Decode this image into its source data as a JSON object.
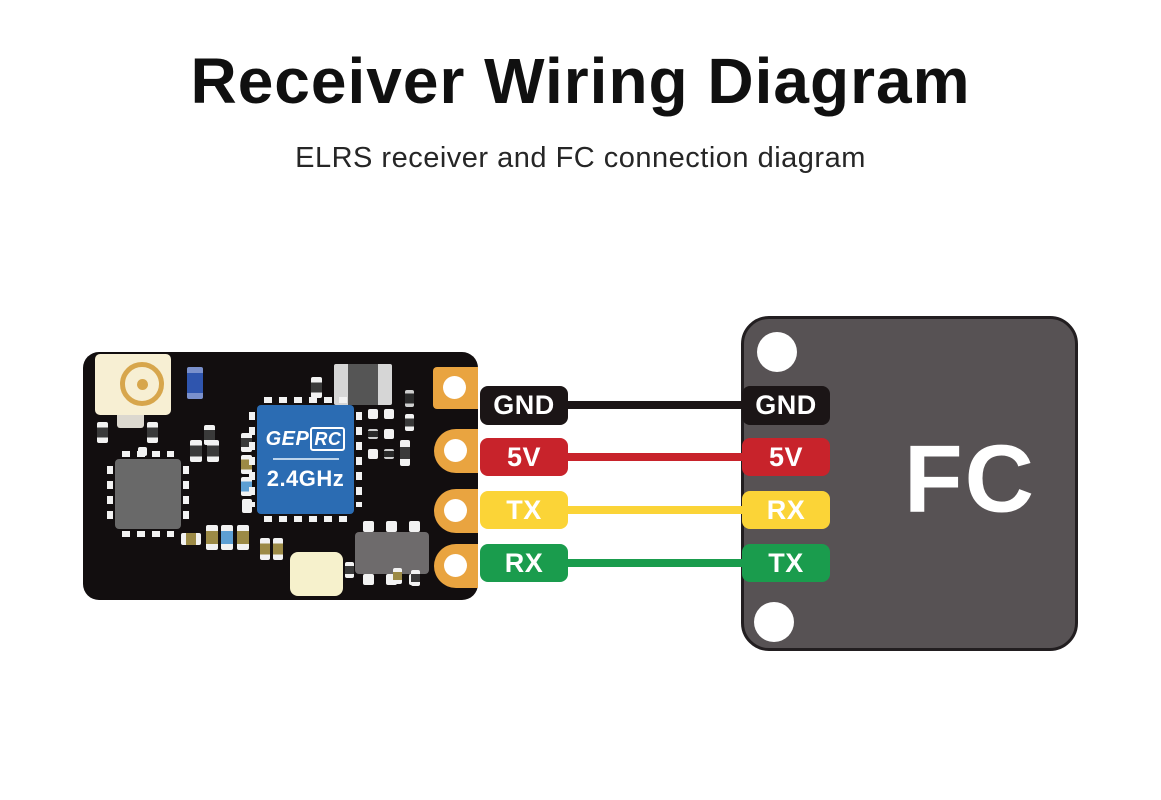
{
  "header": {
    "title": "Receiver Wiring Diagram",
    "subtitle": "ELRS receiver and FC connection diagram"
  },
  "receiver": {
    "chip": {
      "brand_gep": "GEP",
      "brand_rc": "RC",
      "freq": "2.4GHz"
    }
  },
  "fc": {
    "label": "FC"
  },
  "connections": [
    {
      "receiver_pin": "GND",
      "fc_pin": "GND",
      "color": "#1b1516"
    },
    {
      "receiver_pin": "5V",
      "fc_pin": "5V",
      "color": "#c8232b"
    },
    {
      "receiver_pin": "TX",
      "fc_pin": "RX",
      "color": "#fbd437"
    },
    {
      "receiver_pin": "RX",
      "fc_pin": "TX",
      "color": "#1a9c4d"
    }
  ],
  "colors": {
    "pcb_black": "#120e0f",
    "pad_orange": "#e9a440",
    "chip_blue": "#2b6cb3",
    "fc_gray": "#575254",
    "wire_black": "#1b1516",
    "wire_red": "#c8232b",
    "wire_yellow": "#fbd437",
    "wire_green": "#1a9c4d"
  }
}
